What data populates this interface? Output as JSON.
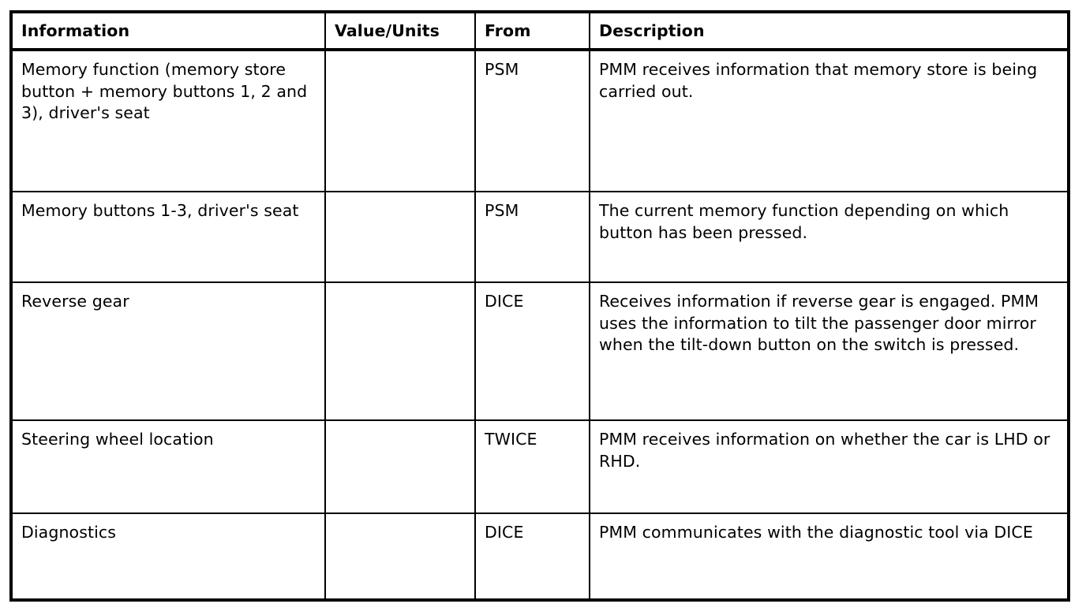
{
  "document": {
    "type": "specification-table",
    "background_color": "#ffffff",
    "text_color": "#000000",
    "border_color": "#000000"
  },
  "table": {
    "columns": [
      {
        "key": "information",
        "header": "Information"
      },
      {
        "key": "value_units",
        "header": "Value/Units"
      },
      {
        "key": "from",
        "header": "From"
      },
      {
        "key": "description",
        "header": "Description"
      }
    ],
    "rows": [
      {
        "information": "Memory function (memory store button + memory buttons 1, 2 and 3), driver's seat",
        "value_units": "",
        "from": "PSM",
        "description": "PMM receives information that memory store is being carried out."
      },
      {
        "information": "Memory buttons 1-3, driver's seat",
        "value_units": "",
        "from": "PSM",
        "description": "The current memory function depending on which button has been pressed."
      },
      {
        "information": "Reverse gear",
        "value_units": "",
        "from": "DICE",
        "description": "Receives information if reverse gear is engaged. PMM uses the information to tilt the passenger door mirror when the tilt-down button on the switch is pressed."
      },
      {
        "information": "Steering wheel location",
        "value_units": "",
        "from": "TWICE",
        "description": "PMM receives information on whether the car is LHD or RHD."
      },
      {
        "information": "Diagnostics",
        "value_units": "",
        "from": "DICE",
        "description": "PMM communicates with the diagnostic tool via DICE"
      }
    ]
  }
}
